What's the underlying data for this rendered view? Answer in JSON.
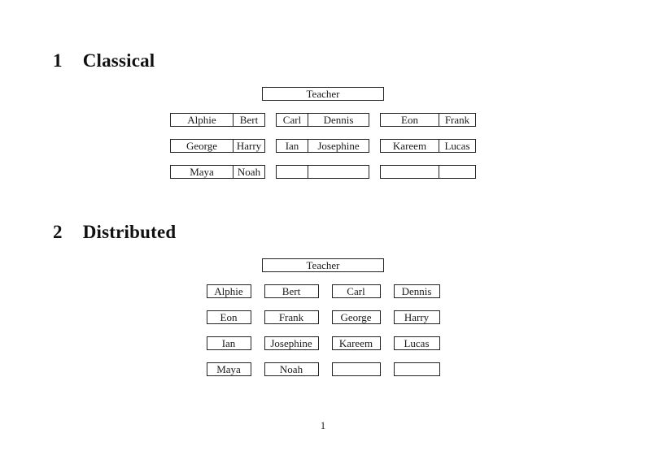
{
  "page_number": "1",
  "sections": [
    {
      "number": "1",
      "title": "Classical",
      "teacher_label": "Teacher",
      "columns": [
        [
          [
            "Alphie",
            "Bert"
          ],
          [
            "George",
            "Harry"
          ],
          [
            "Maya",
            "Noah"
          ]
        ],
        [
          [
            "Carl",
            "Dennis"
          ],
          [
            "Ian",
            "Josephine"
          ],
          [
            "",
            ""
          ]
        ],
        [
          [
            "Eon",
            "Frank"
          ],
          [
            "Kareem",
            "Lucas"
          ],
          [
            "",
            ""
          ]
        ]
      ]
    },
    {
      "number": "2",
      "title": "Distributed",
      "teacher_label": "Teacher",
      "columns": [
        [
          [
            "Alphie"
          ],
          [
            "Eon"
          ],
          [
            "Ian"
          ],
          [
            "Maya"
          ]
        ],
        [
          [
            "Bert"
          ],
          [
            "Frank"
          ],
          [
            "Josephine"
          ],
          [
            "Noah"
          ]
        ],
        [
          [
            "Carl"
          ],
          [
            "George"
          ],
          [
            "Kareem"
          ],
          [
            ""
          ]
        ],
        [
          [
            "Dennis"
          ],
          [
            "Harry"
          ],
          [
            "Lucas"
          ],
          [
            ""
          ]
        ]
      ]
    }
  ]
}
